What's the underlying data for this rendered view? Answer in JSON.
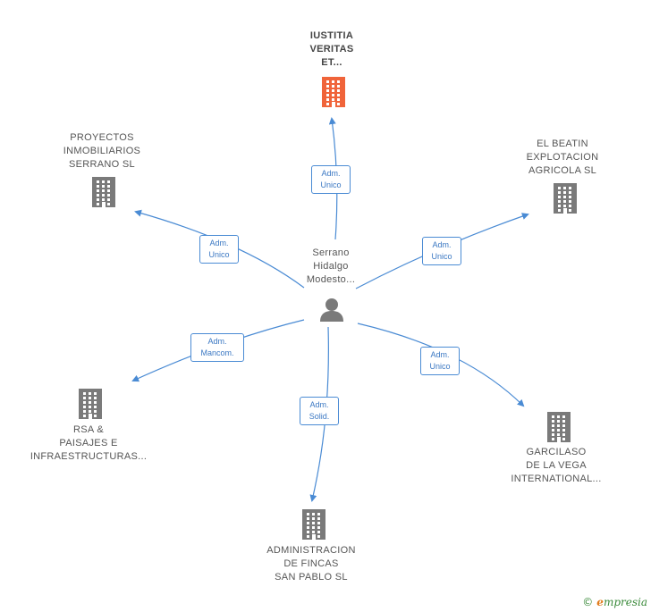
{
  "center": {
    "lines": [
      "Serrano",
      "Hidalgo",
      "Modesto..."
    ],
    "icon": "person-icon"
  },
  "nodes": [
    {
      "id": "iustitia",
      "lines": [
        "IUSTITIA",
        "VERITAS",
        "ET..."
      ],
      "icon": "building-icon",
      "highlight": true,
      "relation": [
        "Adm.",
        "Unico"
      ]
    },
    {
      "id": "proyectos",
      "lines": [
        "PROYECTOS",
        "INMOBILIARIOS",
        "SERRANO SL"
      ],
      "icon": "building-icon",
      "highlight": false,
      "relation": [
        "Adm.",
        "Unico"
      ]
    },
    {
      "id": "beatin",
      "lines": [
        "EL BEATIN",
        "EXPLOTACION",
        "AGRICOLA SL"
      ],
      "icon": "building-icon",
      "highlight": false,
      "relation": [
        "Adm.",
        "Unico"
      ]
    },
    {
      "id": "rsa",
      "lines": [
        "RSA &",
        "PAISAJES E",
        "INFRAESTRUCTURAS..."
      ],
      "icon": "building-icon",
      "highlight": false,
      "relation": [
        "Adm.",
        "Mancom."
      ]
    },
    {
      "id": "garcilaso",
      "lines": [
        "GARCILASO",
        "DE LA VEGA",
        "INTERNATIONAL..."
      ],
      "icon": "building-icon",
      "highlight": false,
      "relation": [
        "Adm.",
        "Unico"
      ]
    },
    {
      "id": "admin",
      "lines": [
        "ADMINISTRACION",
        "DE FINCAS",
        "SAN PABLO SL"
      ],
      "icon": "building-icon",
      "highlight": false,
      "relation": [
        "Adm.",
        "Solid."
      ]
    }
  ],
  "colors": {
    "edge": "#4a8bd4",
    "building": "#7a7a7a",
    "building_highlight": "#f0643a",
    "person": "#7a7a7a"
  },
  "footer": {
    "copyright": "©",
    "brand_initial": "e",
    "brand_rest": "mpresia"
  }
}
